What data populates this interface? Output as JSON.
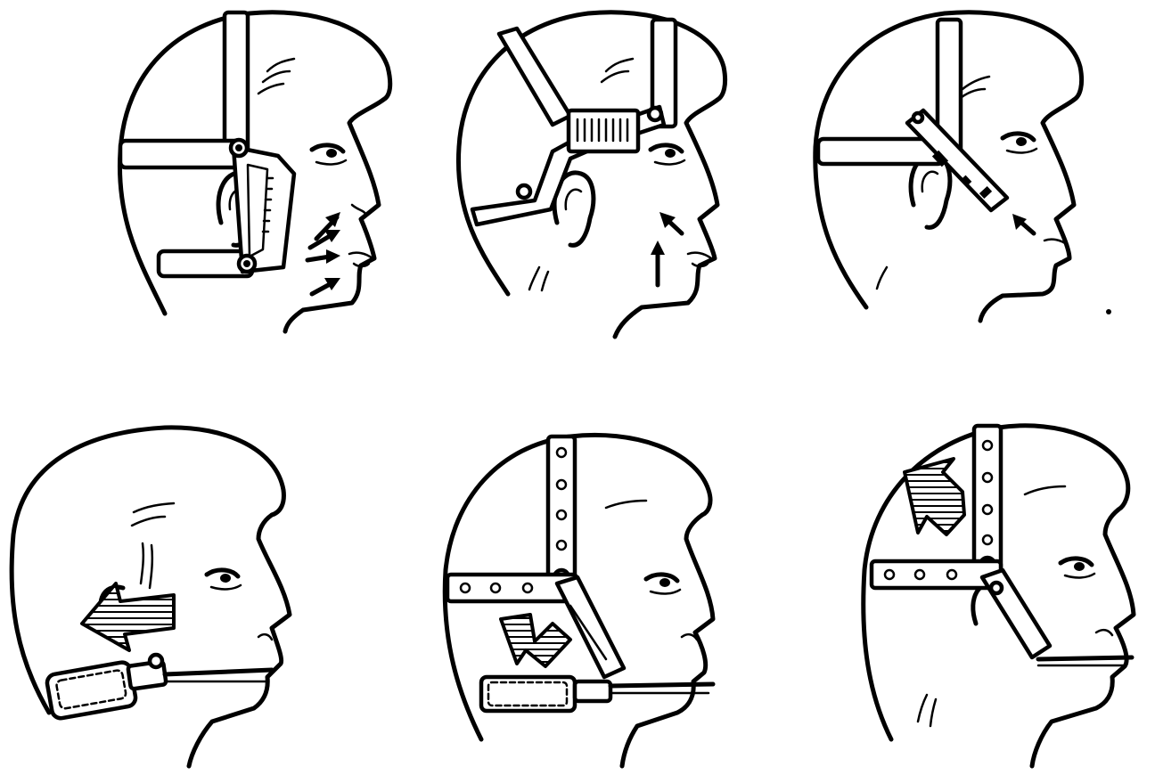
{
  "figure": {
    "panels": [
      {
        "id": 1,
        "subject": "head-profile",
        "device": "chin-cap-with-side-splint-and-crown-strap",
        "force_indicator": "small-arrows-on-face"
      },
      {
        "id": 2,
        "subject": "head-profile",
        "device": "cervical-headgear-with-forehead-pad",
        "force_indicator": "small-arrows-on-face"
      },
      {
        "id": 3,
        "subject": "head-profile",
        "device": "temporal-headgear-with-cheek-plate",
        "force_indicator": "small-arrow-on-cheek"
      },
      {
        "id": 4,
        "subject": "head-profile",
        "device": "cervical-neck-strap-facebow",
        "force_indicator": "large-hatched-arrow"
      },
      {
        "id": 5,
        "subject": "head-profile",
        "device": "combination-headgear-perforated-straps-facebow",
        "force_indicator": "large-hatched-arrow"
      },
      {
        "id": 6,
        "subject": "head-profile",
        "device": "high-pull-headgear-perforated-straps",
        "force_indicator": "large-hatched-arrow"
      }
    ],
    "ink_color": "#000000",
    "background_color": "#ffffff"
  }
}
